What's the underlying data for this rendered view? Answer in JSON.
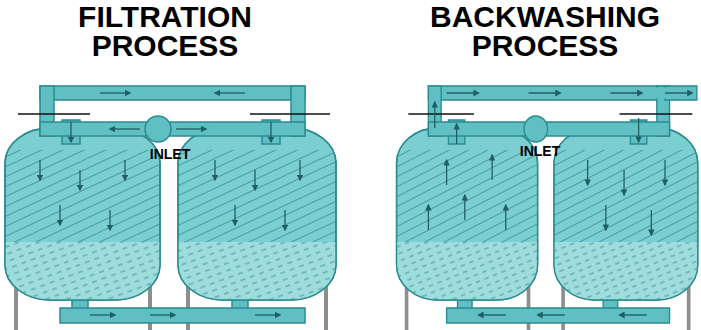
{
  "diagram": {
    "labels": [
      "FILTRATION PROCESS",
      "INLET",
      "BACKWASHING PROCESS",
      "INLET"
    ]
  }
}
